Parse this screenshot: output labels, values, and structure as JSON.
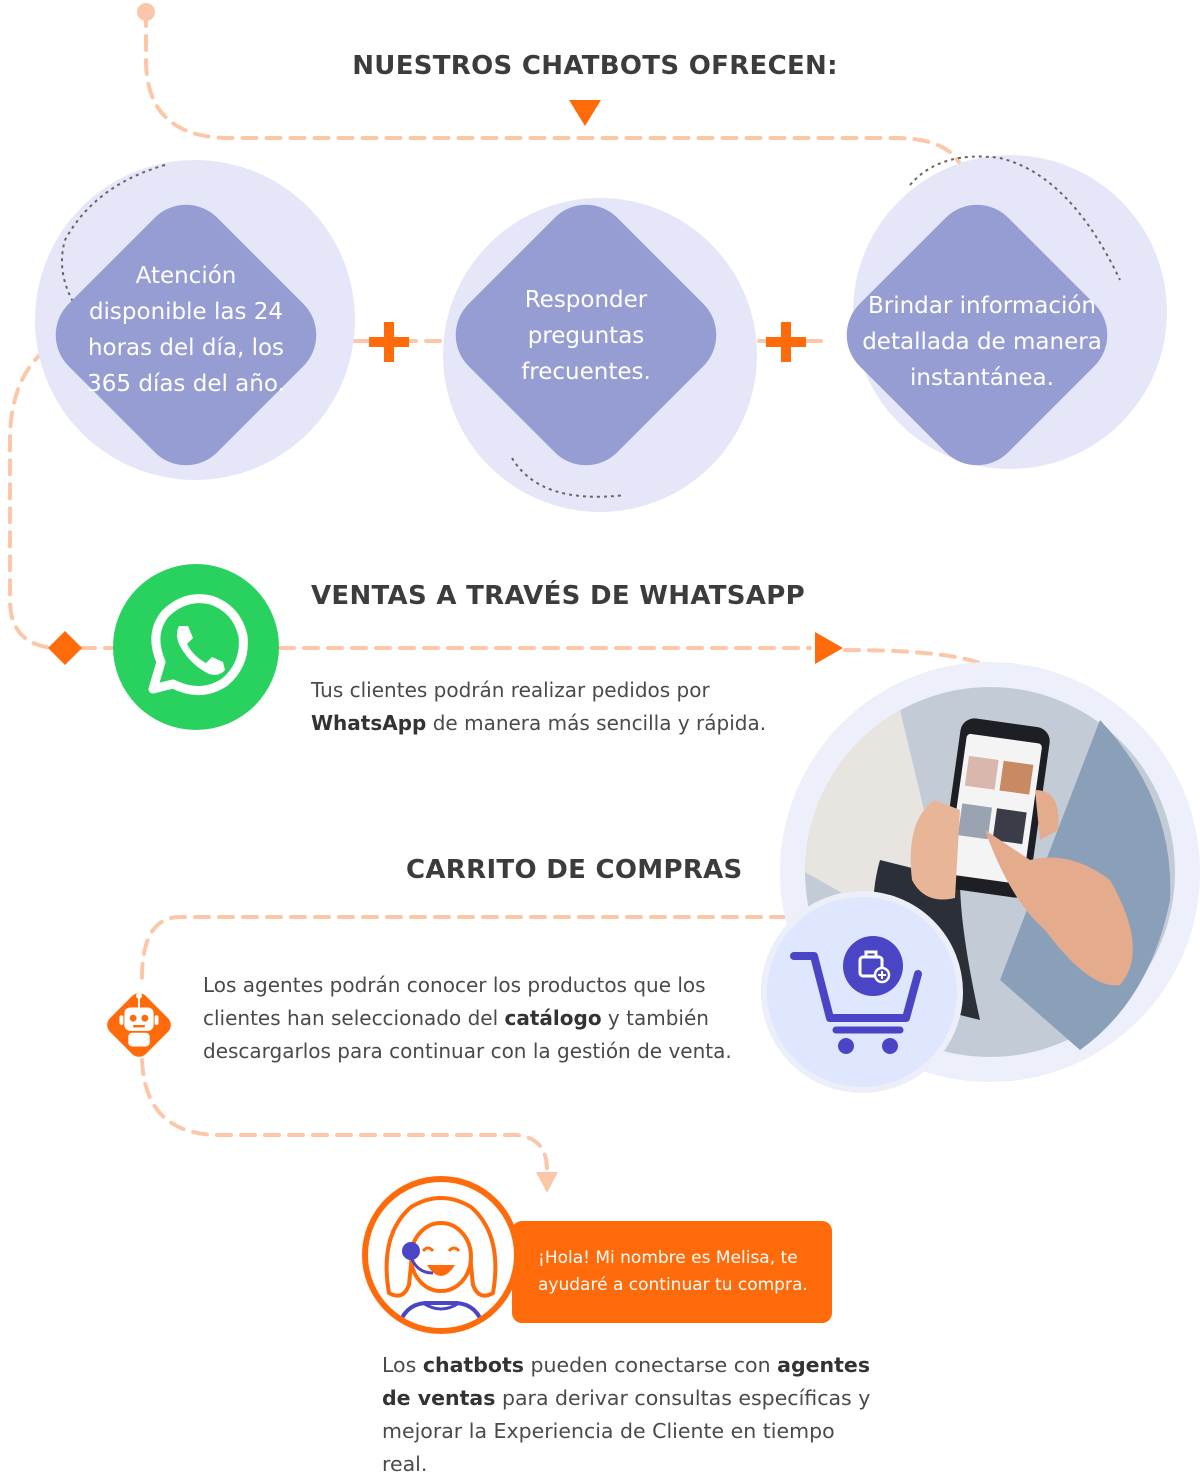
{
  "header": {
    "title": "NUESTROS CHATBOTS OFRECEN:"
  },
  "features": [
    {
      "text": "Atención disponible las 24 horas del día, los 365 días del año."
    },
    {
      "text": "Responder preguntas frecuentes."
    },
    {
      "text": "Brindar información detallada de manera instantánea."
    }
  ],
  "whatsapp": {
    "title": "VENTAS A TRAVÉS DE WHATSAPP",
    "text_1": "Tus clientes podrán realizar pedidos por",
    "text_bold": "WhatsApp",
    "text_2": "de manera más sencilla y rápida."
  },
  "cart": {
    "title": "CARRITO DE COMPRAS",
    "text_1": "Los agentes podrán conocer los productos que los clientes han seleccionado del",
    "text_bold": "catálogo",
    "text_2": "y también descargarlos para continuar con la gestión de venta."
  },
  "agent": {
    "bubble_text": "¡Hola! Mi nombre es Melisa, te ayudaré a continuar tu compra.",
    "text_1": "Los",
    "bold_1": "chatbots",
    "text_2": "pueden conectarse con",
    "bold_2": "agentes de ventas",
    "text_3": "para derivar consultas específicas y mejorar la Experiencia de Cliente en tiempo real."
  },
  "icons": [
    "plus-icon",
    "whatsapp-icon",
    "robot-icon",
    "shopping-cart-icon",
    "agent-avatar-icon"
  ],
  "colors": {
    "orange": "#ff6b0b",
    "dash": "#fcc7a8",
    "lavender": "#959dd3",
    "lavender_bg": "#e5e7f9",
    "whatsapp_green": "#29d25f",
    "cart_blue": "#4a45c4"
  }
}
